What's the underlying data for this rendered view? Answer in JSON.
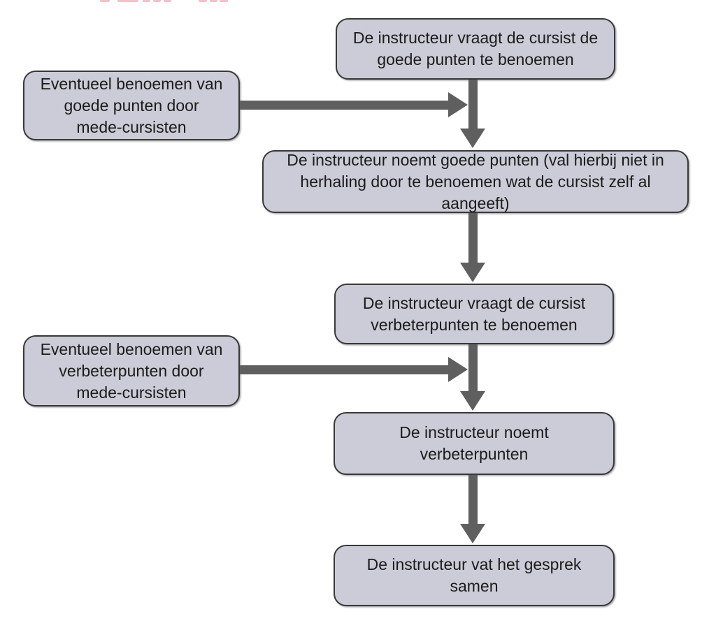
{
  "page": {
    "background": "#ffffff",
    "kind": "flowchart-figure"
  },
  "colors": {
    "box_fill": "#cbccd7",
    "box_border": "#383838",
    "arrow": "#5f5f5f",
    "text": "#1b1b1b",
    "clipped_heading_fragment": "#edacb8"
  },
  "flowchart": {
    "steps": [
      {
        "id": "step-1",
        "label": "De instructeur vraagt de cursist de goede punten te benoemen"
      },
      {
        "id": "step-2",
        "label": "De instructeur noemt goede punten (val hierbij niet in herhaling door te benoemen wat de cursist zelf al aangeeft)"
      },
      {
        "id": "step-3",
        "label": "De instructeur vraagt de cursist verbeterpunten te benoemen"
      },
      {
        "id": "step-4",
        "label": "De instructeur noemt verbeterpunten"
      },
      {
        "id": "step-5",
        "label": "De instructeur vat het gesprek samen"
      }
    ],
    "side_notes": [
      {
        "id": "side-note-1",
        "label": "Eventueel benoemen van goede punten door mede-cursisten"
      },
      {
        "id": "side-note-2",
        "label": "Eventueel benoemen van verbeterpunten door mede-cursisten"
      }
    ]
  }
}
